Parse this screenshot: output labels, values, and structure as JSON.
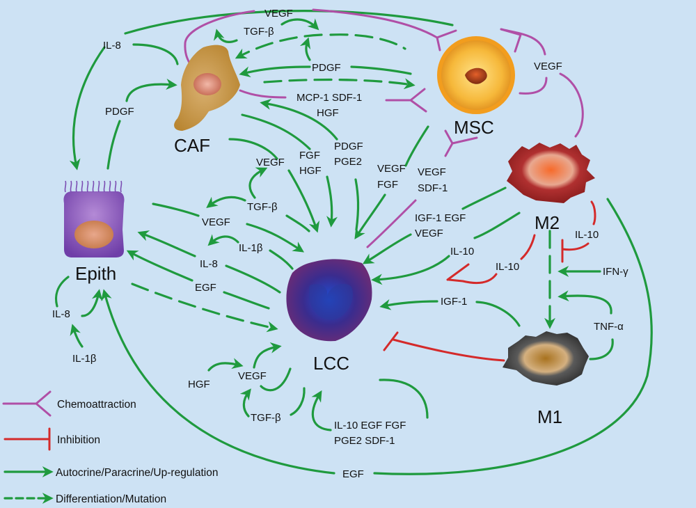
{
  "colors": {
    "background": "#cde2f4",
    "autocrine": "#1f9a3e",
    "chemoattraction": "#b04fa6",
    "inhibition": "#d42a2a"
  },
  "cells": {
    "caf": "CAF",
    "msc": "MSC",
    "epith": "Epith",
    "lcc": "LCC",
    "m2": "M2",
    "m1": "M1"
  },
  "signals": {
    "top_vegf": "VEGF",
    "top_tgfb": "TGF-β",
    "caf_il8": "IL-8",
    "caf_pdgf_left": "PDGF",
    "caf_msc_pdgf": "PDGF",
    "caf_msc_mcp": "MCP-1 SDF-1",
    "caf_msc_hgf": "HGF",
    "msc_vegf_loop": "VEGF",
    "caf_lcc_vegf": "VEGF",
    "caf_lcc_fgf": "FGF",
    "caf_lcc_hgf": "HGF",
    "lcc_caf_pdgf": "PDGF",
    "lcc_caf_pge2": "PGE2",
    "msc_lcc_vegf": "VEGF",
    "msc_lcc_fgf": "FGF",
    "msc_chemo_vegf": "VEGF",
    "msc_chemo_sdf": "SDF-1",
    "lcc_tgfb": "TGF-β",
    "epith_lcc_vegf": "VEGF",
    "lcc_il1b": "IL-1β",
    "lcc_epith_il8": "IL-8",
    "lcc_epith_egf": "EGF",
    "m2_lcc_igf": "IGF-1 EGF",
    "m2_lcc_vegf": "VEGF",
    "m2_lcc_il10": "IL-10",
    "m2_inhib_il10": "IL-10",
    "m2_self_il10": "IL-10",
    "ifng": "IFN-γ",
    "m1_lcc_igf": "IGF-1",
    "tnfa": "TNF-α",
    "epith_il8": "IL-8",
    "epith_il1b": "IL-1β",
    "bottom_hgf": "HGF",
    "bottom_vegf": "VEGF",
    "bottom_tgfb": "TGF-β",
    "lcc_auto_line1": "IL-10 EGF FGF",
    "lcc_auto_line2": "PGE2 SDF-1",
    "bottom_egf": "EGF"
  },
  "legend": [
    {
      "type": "chemoattraction",
      "label": "Chemoattraction"
    },
    {
      "type": "inhibition",
      "label": "Inhibition"
    },
    {
      "type": "autocrine",
      "label": "Autocrine/Paracrine/Up-regulation"
    },
    {
      "type": "differentiation",
      "label": "Differentiation/Mutation"
    }
  ]
}
